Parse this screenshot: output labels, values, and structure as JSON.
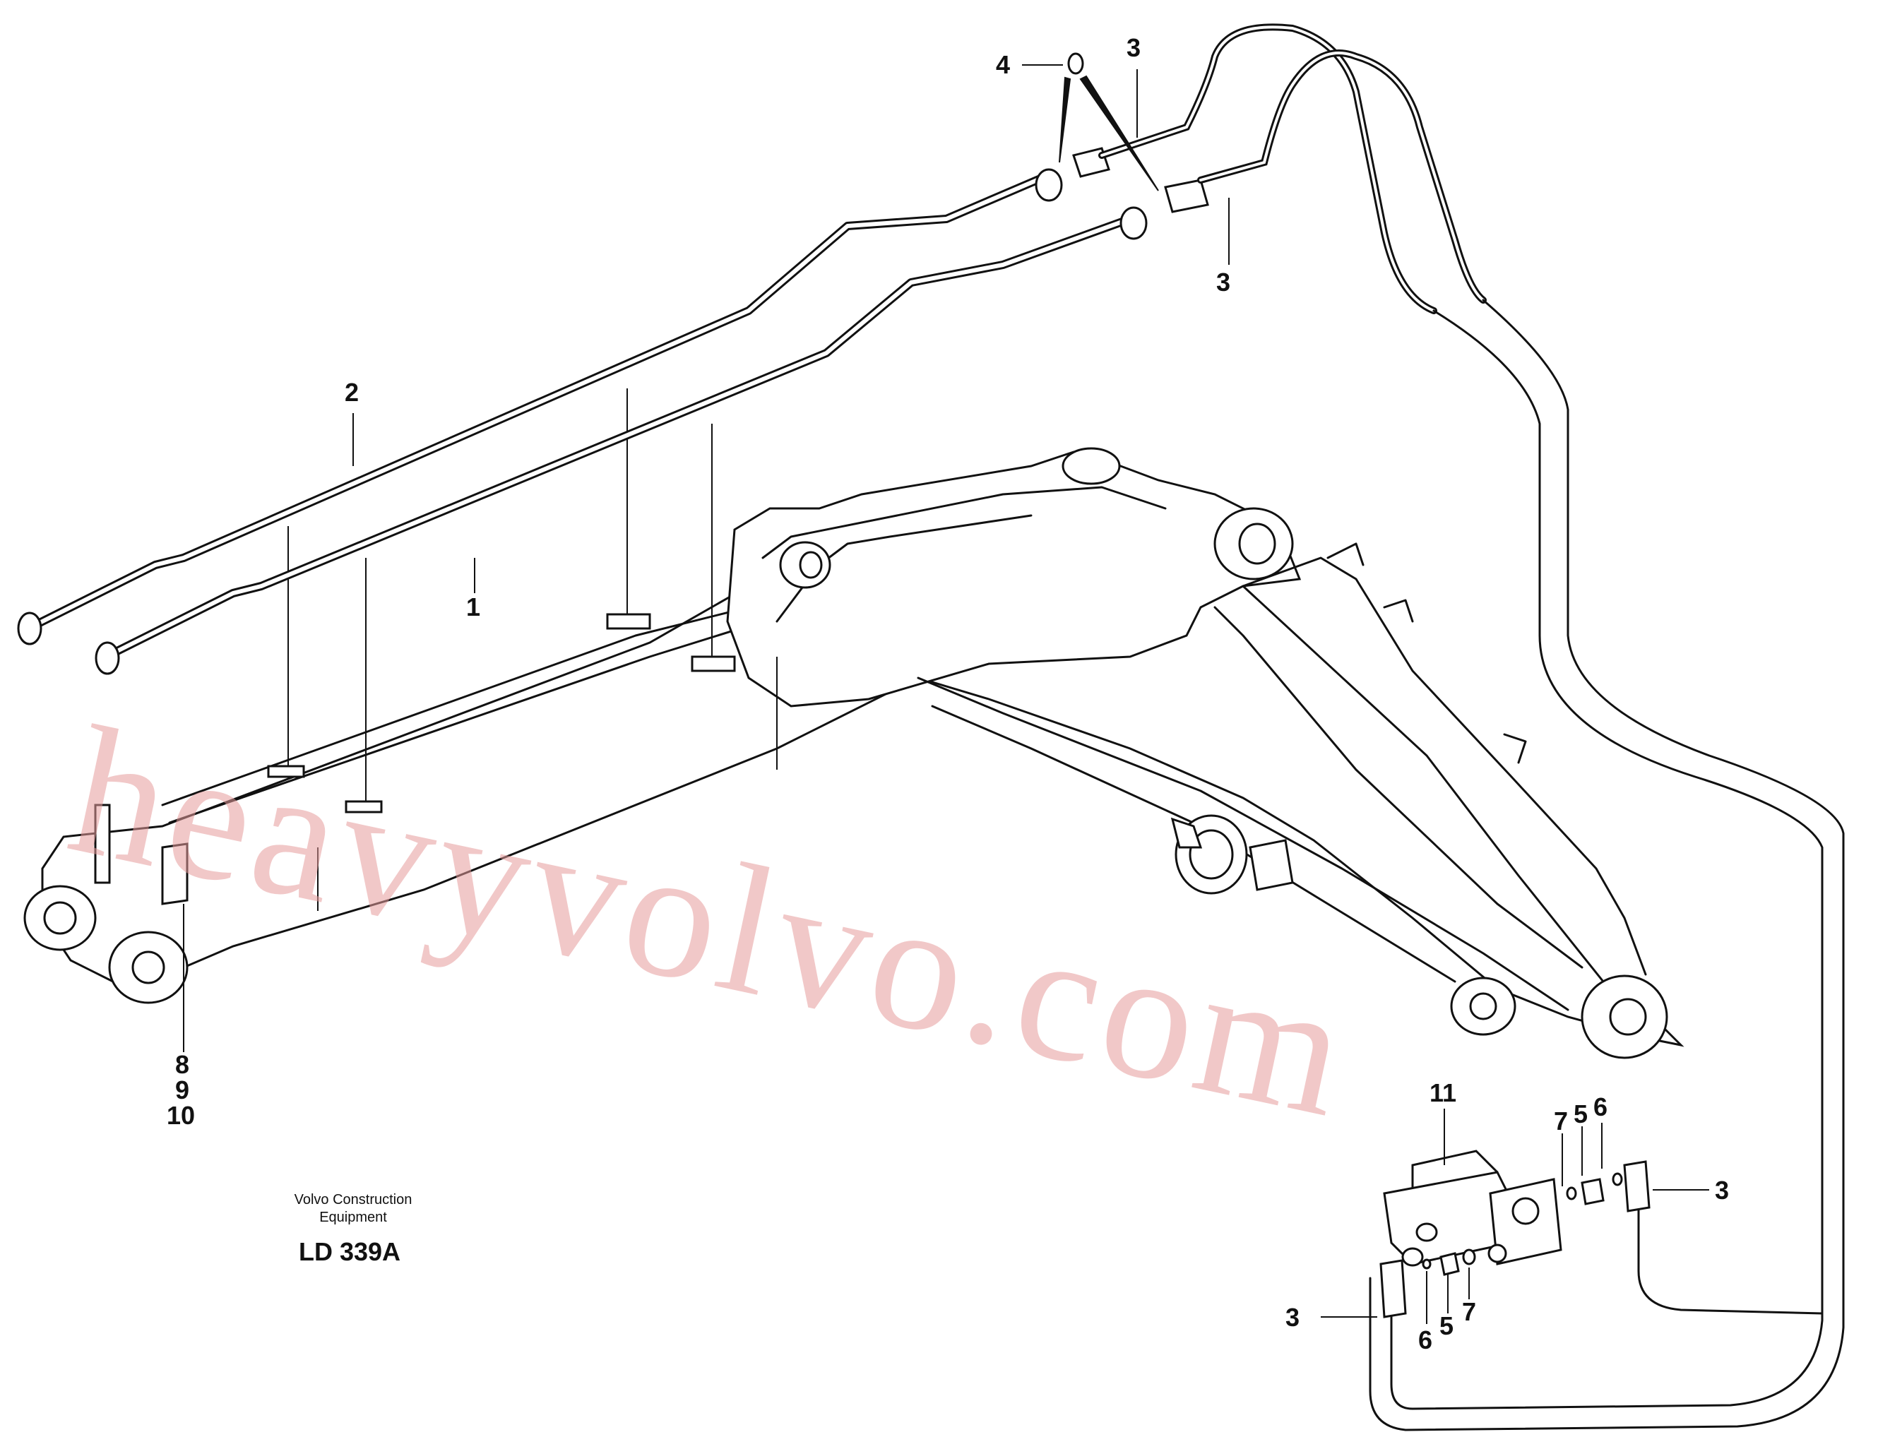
{
  "callouts": [
    {
      "id": "c1",
      "text": "1"
    },
    {
      "id": "c2",
      "text": "2"
    },
    {
      "id": "c3a",
      "text": "3"
    },
    {
      "id": "c3b",
      "text": "3"
    },
    {
      "id": "c3c",
      "text": "3"
    },
    {
      "id": "c3d",
      "text": "3"
    },
    {
      "id": "c4",
      "text": "4"
    },
    {
      "id": "c5a",
      "text": "5"
    },
    {
      "id": "c5b",
      "text": "5"
    },
    {
      "id": "c6a",
      "text": "6"
    },
    {
      "id": "c6b",
      "text": "6"
    },
    {
      "id": "c7a",
      "text": "7"
    },
    {
      "id": "c7b",
      "text": "7"
    },
    {
      "id": "c8",
      "text": "8"
    },
    {
      "id": "c9",
      "text": "9"
    },
    {
      "id": "c10",
      "text": "10"
    },
    {
      "id": "c11",
      "text": "11"
    }
  ],
  "caption": {
    "line1": "Volvo Construction",
    "line2": "Equipment",
    "code": "LD 339A"
  },
  "watermark": "heavyvolvo.com"
}
